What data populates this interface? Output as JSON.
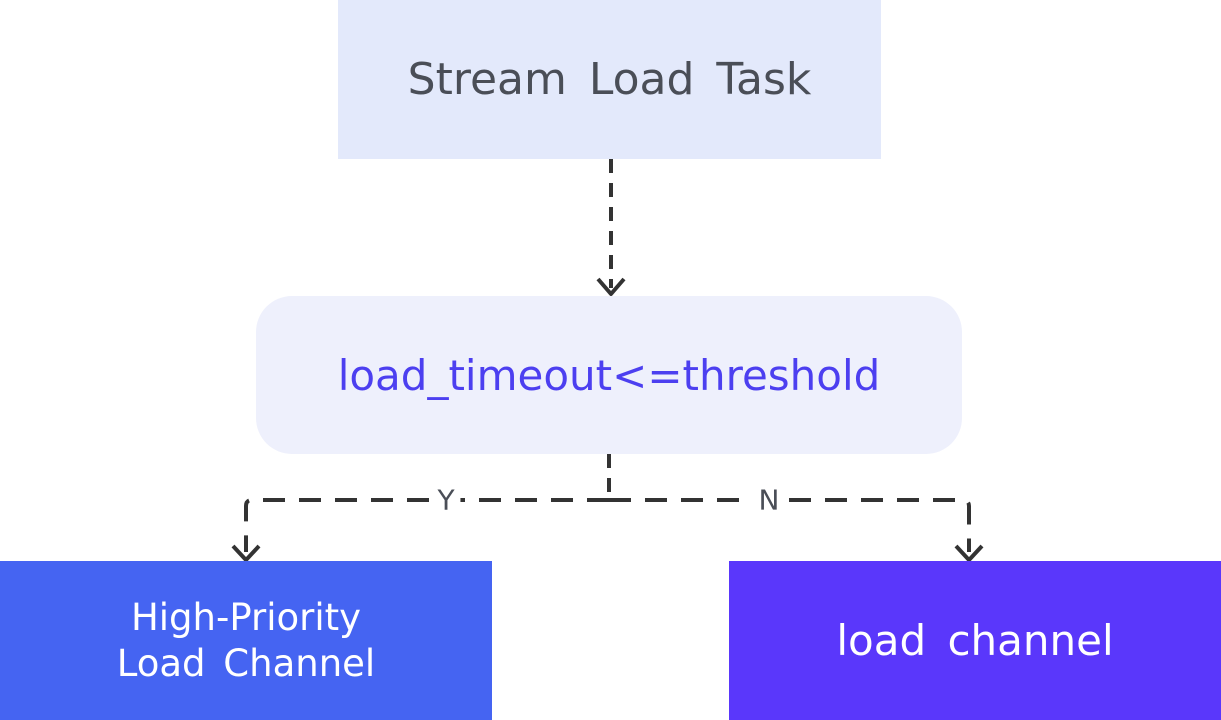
{
  "nodes": {
    "task": {
      "label": "Stream Load Task"
    },
    "decision": {
      "label": "load_timeout<=threshold"
    },
    "high": {
      "line1": "High-Priority",
      "line2": "Load Channel"
    },
    "load": {
      "label": "load channel"
    }
  },
  "edges": {
    "yes_label": "Y",
    "no_label": "N"
  },
  "colors": {
    "task_fill": "#e3e9fb",
    "decision_fill": "#eef0fc",
    "decision_text": "#4c3ff0",
    "high_fill": "#4564f2",
    "load_fill": "#5a37fb",
    "edge": "#333333"
  }
}
